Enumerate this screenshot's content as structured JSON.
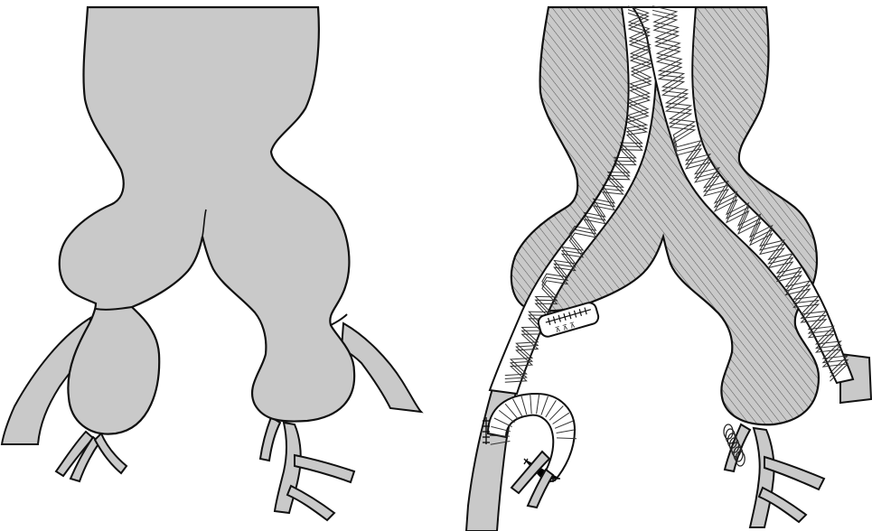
{
  "figure": {
    "panels": [
      {
        "id": "left",
        "name": "aneurysm-before-repair"
      },
      {
        "id": "right",
        "name": "aneurysm-after-stent-graft-repair"
      }
    ],
    "colors": {
      "tissue": "#c9c9c9",
      "outline": "#111111",
      "hatch": "#555555",
      "stent_fill": "#ffffff",
      "stent_wire": "#333333"
    }
  }
}
